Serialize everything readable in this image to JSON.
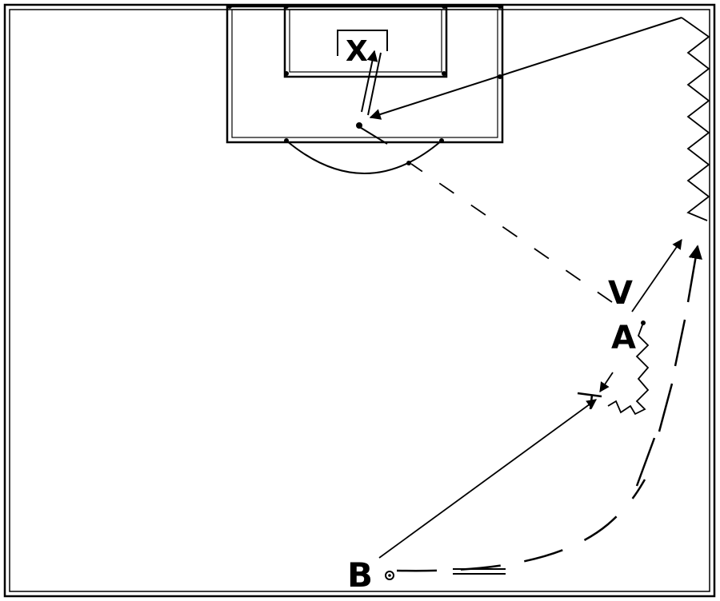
{
  "diagram": {
    "players": {
      "x_label": "X",
      "v_label": "V",
      "a_label": "A",
      "b_label": "B"
    }
  }
}
